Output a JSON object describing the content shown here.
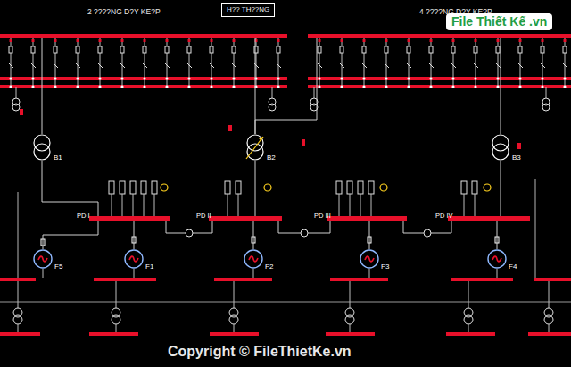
{
  "diagram": {
    "nodes": [
      {
        "text": [
          "2 ????NG D?Y KE?P"
        ]
      },
      {
        "text": [
          "H?? TH??NG"
        ]
      },
      {
        "text": [
          "4 ????NG D?Y KE?P"
        ]
      },
      {
        "text": [
          "B1"
        ]
      },
      {
        "text": [
          "B2"
        ]
      },
      {
        "text": [
          "B3"
        ]
      },
      {
        "text": [
          "PD I"
        ]
      },
      {
        "text": [
          "PD II"
        ]
      },
      {
        "text": [
          "PD III"
        ]
      },
      {
        "text": [
          "PD IV"
        ]
      },
      {
        "text": [
          "F5"
        ]
      },
      {
        "text": [
          "F1"
        ]
      },
      {
        "text": [
          "F2"
        ]
      },
      {
        "text": [
          "F3"
        ]
      },
      {
        "text": [
          "F4"
        ]
      }
    ],
    "edges": [
      {
        "from": 0,
        "to": 3,
        "arrow": "none"
      },
      {
        "from": 0,
        "to": 4,
        "arrow": "none"
      },
      {
        "from": 2,
        "to": 4,
        "arrow": "none"
      },
      {
        "from": 2,
        "to": 5,
        "arrow": "none"
      },
      {
        "from": 3,
        "to": 6,
        "arrow": "none"
      },
      {
        "from": 4,
        "to": 7,
        "arrow": "none"
      },
      {
        "from": 5,
        "to": 9,
        "arrow": "none"
      },
      {
        "from": 6,
        "to": 7,
        "arrow": "none"
      },
      {
        "from": 7,
        "to": 8,
        "arrow": "none"
      },
      {
        "from": 8,
        "to": 9,
        "arrow": "none"
      },
      {
        "from": 10,
        "to": 6,
        "arrow": "none"
      },
      {
        "from": 11,
        "to": 6,
        "arrow": "none"
      },
      {
        "from": 12,
        "to": 7,
        "arrow": "none"
      },
      {
        "from": 13,
        "to": 8,
        "arrow": "none"
      },
      {
        "from": 14,
        "to": 9,
        "arrow": "none"
      }
    ],
    "labels": [
      "File Thiết Kế .vn",
      "Copyright © FileThietKe.vn"
    ]
  }
}
